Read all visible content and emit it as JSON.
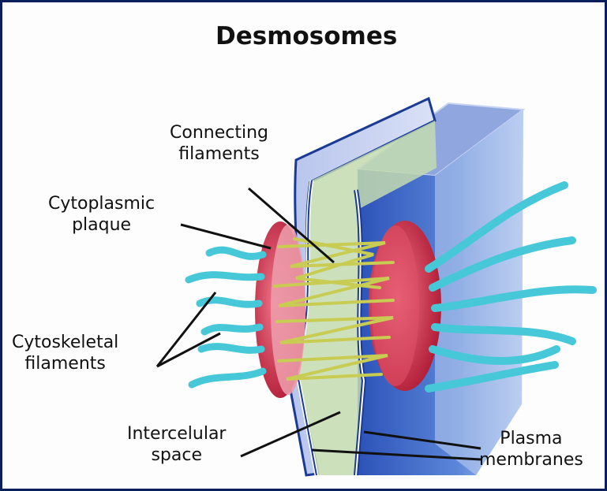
{
  "title": "Desmosomes",
  "labels": {
    "connecting": [
      "Connecting",
      "filaments"
    ],
    "cytoplasmic": [
      "Cytoplasmic",
      "plaque"
    ],
    "cytoskeletal": [
      "Cytoskeletal",
      "filaments"
    ],
    "intercellular": [
      "Intercelular",
      "space"
    ],
    "plasma": [
      "Plasma",
      "membranes"
    ]
  },
  "colors": {
    "frame": "#0a1f5c",
    "membrane_blue": "#3b63c4",
    "plaque_red": "#c8203a",
    "filament_cyan": "#47c8d8",
    "connecting_yellow": "#cfd05a",
    "intercellular_green": "#b8d49a"
  }
}
